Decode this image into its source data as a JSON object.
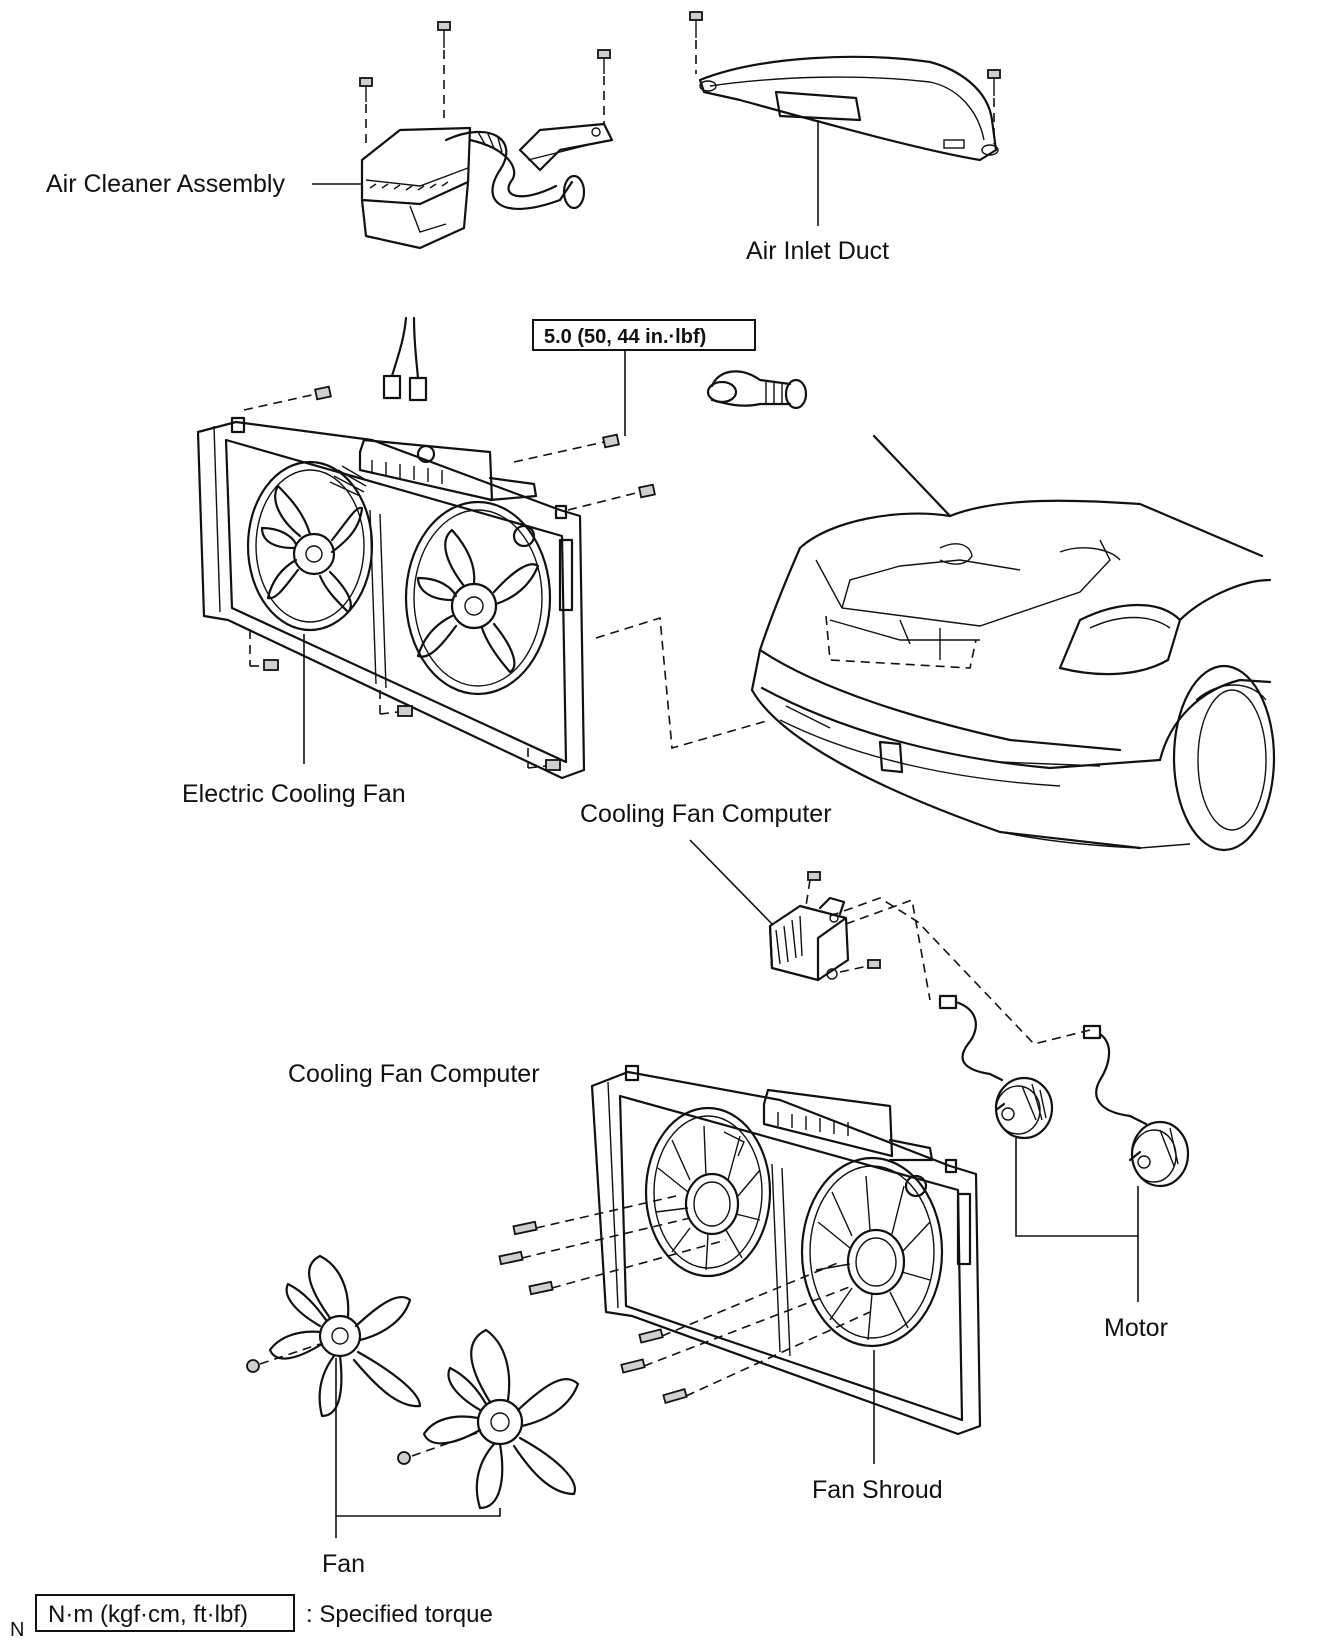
{
  "labels": {
    "air_cleaner_assembly": "Air Cleaner Assembly",
    "air_inlet_duct": "Air Inlet Duct",
    "torque_value": "5.0 (50, 44 in.·lbf)",
    "electric_cooling_fan": "Electric Cooling Fan",
    "cooling_fan_computer_upper": "Cooling Fan Computer",
    "cooling_fan_computer_lower": "Cooling Fan Computer",
    "motor": "Motor",
    "fan_shroud": "Fan Shroud",
    "fan": "Fan"
  },
  "legend": {
    "unit_box": "N·m (kgf·cm, ft·lbf)",
    "description": ": Specified torque",
    "corner_mark": "N"
  }
}
